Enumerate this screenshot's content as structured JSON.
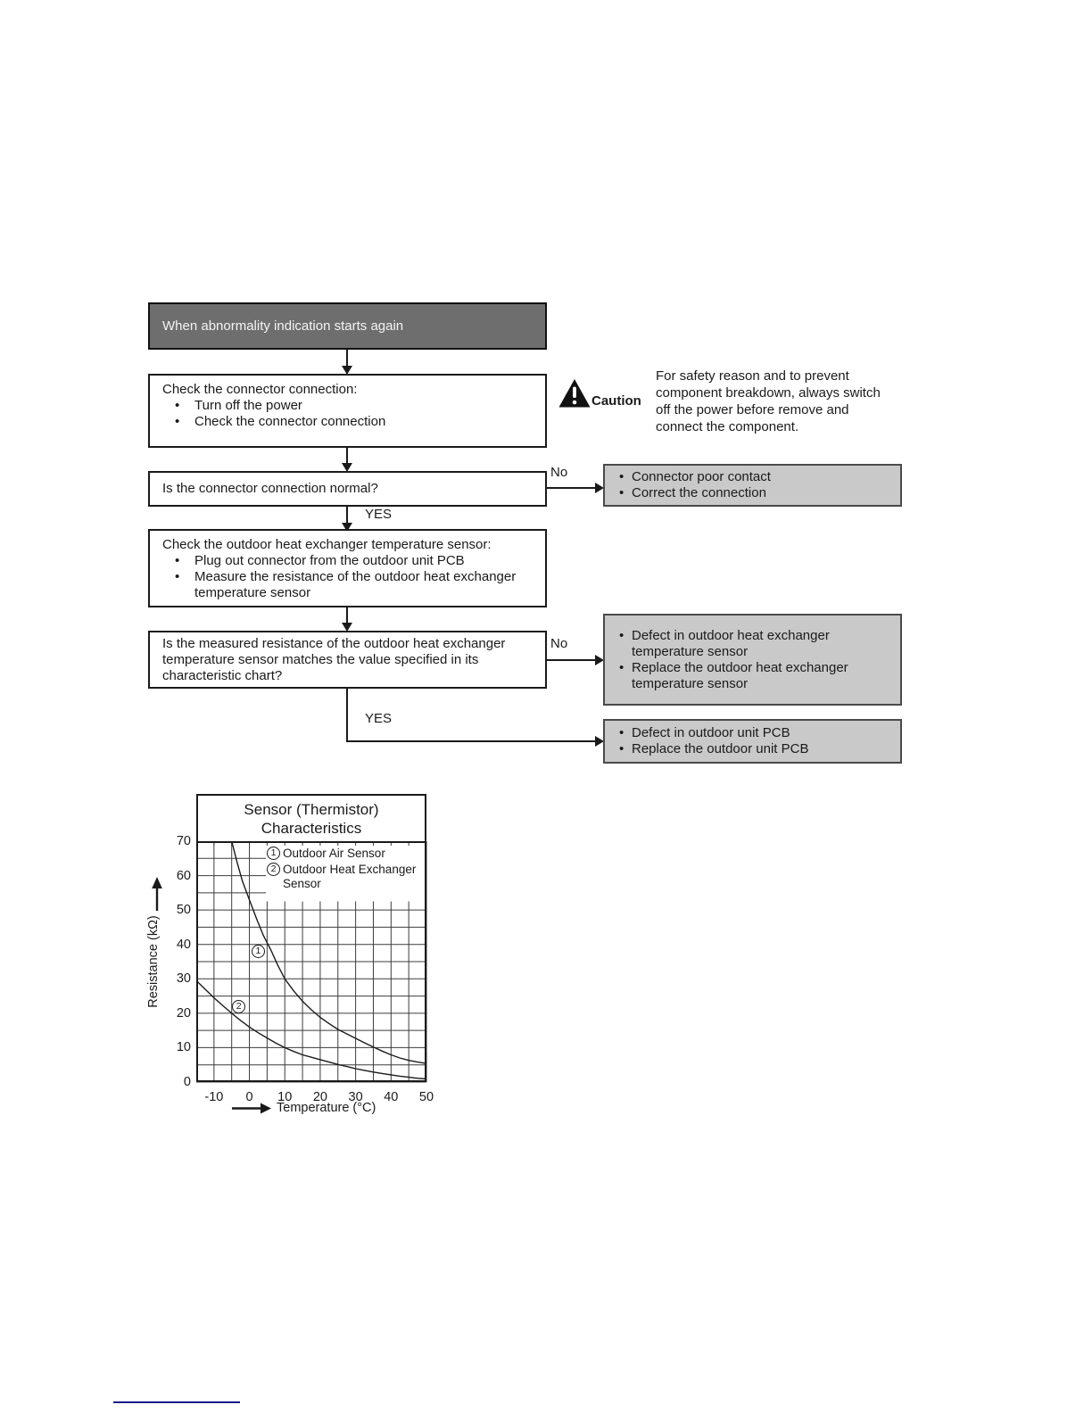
{
  "colors": {
    "dark_box_fill": "#6e6e6e",
    "gray_box_fill": "#c9c9c9",
    "line_color": "#1a1a1a",
    "bottom_rule_color": "#1a1a8c"
  },
  "flowchart": {
    "start": {
      "label": "When abnormality indication starts again"
    },
    "check_connector": {
      "title": "Check the connector connection:",
      "bullets": [
        "Turn off the power",
        "Check the connector connection"
      ]
    },
    "caution": {
      "label": "Caution",
      "text": "For safety reason and to prevent component breakdown, always switch off the power before remove and connect the component."
    },
    "q_connector": {
      "text": "Is the connector connection normal?"
    },
    "no1": "No",
    "yes1": "YES",
    "connector_fail": {
      "bullets": [
        "Connector poor contact",
        "Correct the connection"
      ]
    },
    "check_sensor": {
      "title": "Check the outdoor heat exchanger temperature sensor:",
      "bullets": [
        "Plug out connector from the outdoor unit PCB",
        "Measure the resistance of the outdoor heat exchanger temperature sensor"
      ]
    },
    "q_resistance": {
      "text": "Is the measured resistance of the outdoor heat exchanger temperature sensor matches the value specified in its characteristic chart?"
    },
    "no2": "No",
    "yes2": "YES",
    "sensor_fail": {
      "bullets": [
        "Defect in outdoor heat exchanger temperature sensor",
        "Replace the outdoor heat exchanger temperature sensor"
      ]
    },
    "pcb_fail": {
      "bullets": [
        "Defect in outdoor unit PCB",
        "Replace the outdoor unit PCB"
      ]
    }
  },
  "chart_data": {
    "type": "line",
    "title_lines": [
      "Sensor (Thermistor)",
      "Characteristics"
    ],
    "xlabel": "Temperature (°C)",
    "ylabel": "Resistance (kΩ)",
    "xlim": [
      -15,
      50
    ],
    "ylim": [
      0,
      70
    ],
    "x_ticks": [
      -10,
      0,
      10,
      20,
      30,
      40,
      50
    ],
    "y_ticks": [
      0,
      10,
      20,
      30,
      40,
      50,
      60,
      70
    ],
    "grid_step": 5,
    "grid": true,
    "legend_position": "top-right-inside",
    "series": [
      {
        "name": "Outdoor Air Sensor",
        "marker_num": "1",
        "label_pos": [
          2.5,
          38
        ],
        "x": [
          -5,
          -3.5,
          -2,
          0,
          2,
          4,
          6,
          8,
          10,
          12.5,
          15,
          17.5,
          20,
          22.5,
          25,
          27.5,
          30,
          32.5,
          35,
          37.5,
          40,
          42.5,
          45,
          47.5,
          50
        ],
        "y": [
          70,
          64,
          58.5,
          53,
          47.5,
          42.5,
          38.5,
          34,
          30,
          26.5,
          23.5,
          21,
          18.8,
          17,
          15.3,
          14,
          12.7,
          11.4,
          10.2,
          9,
          7.9,
          7,
          6.3,
          5.8,
          5.4
        ]
      },
      {
        "name": "Outdoor Heat Exchanger Sensor",
        "marker_num": "2",
        "label_pos": [
          -3,
          22
        ],
        "x": [
          -15,
          -12.5,
          -10,
          -7.5,
          -5,
          -2.5,
          0,
          2.5,
          5,
          7.5,
          10,
          12.5,
          15,
          17.5,
          20,
          22.5,
          25,
          27.5,
          30,
          32.5,
          35,
          37.5,
          40,
          42.5,
          45,
          47.5,
          50
        ],
        "y": [
          29.5,
          27,
          24.5,
          22.2,
          20,
          17.9,
          16,
          14.3,
          12.8,
          11.3,
          10,
          8.9,
          7.9,
          7.2,
          6.5,
          5.8,
          5.1,
          4.5,
          3.9,
          3.4,
          2.9,
          2.5,
          2.1,
          1.7,
          1.4,
          1.1,
          0.9
        ]
      }
    ],
    "legend": [
      {
        "num": "1",
        "label": "Outdoor Air Sensor"
      },
      {
        "num": "2",
        "label": "Outdoor Heat Exchanger Sensor"
      }
    ]
  }
}
